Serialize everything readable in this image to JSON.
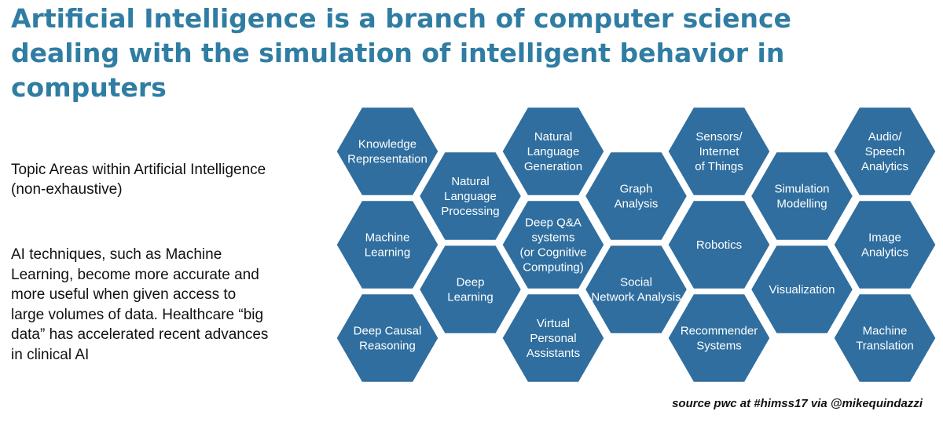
{
  "title": {
    "lines": [
      "Artificial Intelligence is a branch of computer science",
      "dealing with the simulation of intelligent behavior in",
      "computers"
    ]
  },
  "topics_heading": {
    "lines": [
      "Topic Areas within Artificial Intelligence",
      "(non-exhaustive)"
    ]
  },
  "description": {
    "lines": [
      "AI techniques, such as Machine",
      "Learning, become more accurate and",
      "more useful when given access to",
      "large volumes of data. Healthcare “big",
      "data” has accelerated recent advances",
      "in clinical AI"
    ]
  },
  "colors": {
    "hex_fill": "#2f6e9f",
    "hex_stroke": "#ffffff",
    "title": "#2f7da3"
  },
  "hexagons": [
    {
      "col": 0,
      "row": 0,
      "lines": [
        "Knowledge",
        "Representation"
      ]
    },
    {
      "col": 0,
      "row": 1,
      "lines": [
        "Machine",
        "Learning"
      ]
    },
    {
      "col": 0,
      "row": 2,
      "lines": [
        "Deep Causal",
        "Reasoning"
      ]
    },
    {
      "col": 1,
      "row": 0,
      "lines": [
        "Natural",
        "Language",
        "Processing"
      ]
    },
    {
      "col": 1,
      "row": 1,
      "lines": [
        "Deep",
        "Learning"
      ]
    },
    {
      "col": 2,
      "row": 0,
      "lines": [
        "Natural",
        "Language",
        "Generation"
      ]
    },
    {
      "col": 2,
      "row": 1,
      "lines": [
        "Deep Q&A",
        "systems",
        "(or Cognitive",
        "Computing)"
      ]
    },
    {
      "col": 2,
      "row": 2,
      "lines": [
        "Virtual",
        "Personal",
        "Assistants"
      ]
    },
    {
      "col": 3,
      "row": 0,
      "lines": [
        "Graph",
        "Analysis"
      ]
    },
    {
      "col": 3,
      "row": 1,
      "lines": [
        "Social",
        "Network Analysis"
      ]
    },
    {
      "col": 4,
      "row": 0,
      "lines": [
        "Sensors/",
        "Internet",
        "of Things"
      ]
    },
    {
      "col": 4,
      "row": 1,
      "lines": [
        "Robotics"
      ]
    },
    {
      "col": 4,
      "row": 2,
      "lines": [
        "Recommender",
        "Systems"
      ]
    },
    {
      "col": 5,
      "row": 0,
      "lines": [
        "Simulation",
        "Modelling"
      ]
    },
    {
      "col": 5,
      "row": 1,
      "lines": [
        "Visualization"
      ]
    },
    {
      "col": 6,
      "row": 0,
      "lines": [
        "Audio/",
        "Speech",
        "Analytics"
      ]
    },
    {
      "col": 6,
      "row": 1,
      "lines": [
        "Image",
        "Analytics"
      ]
    },
    {
      "col": 6,
      "row": 2,
      "lines": [
        "Machine",
        "Translation"
      ]
    }
  ],
  "source": "source pwc at #himss17 via @mikequindazzi"
}
